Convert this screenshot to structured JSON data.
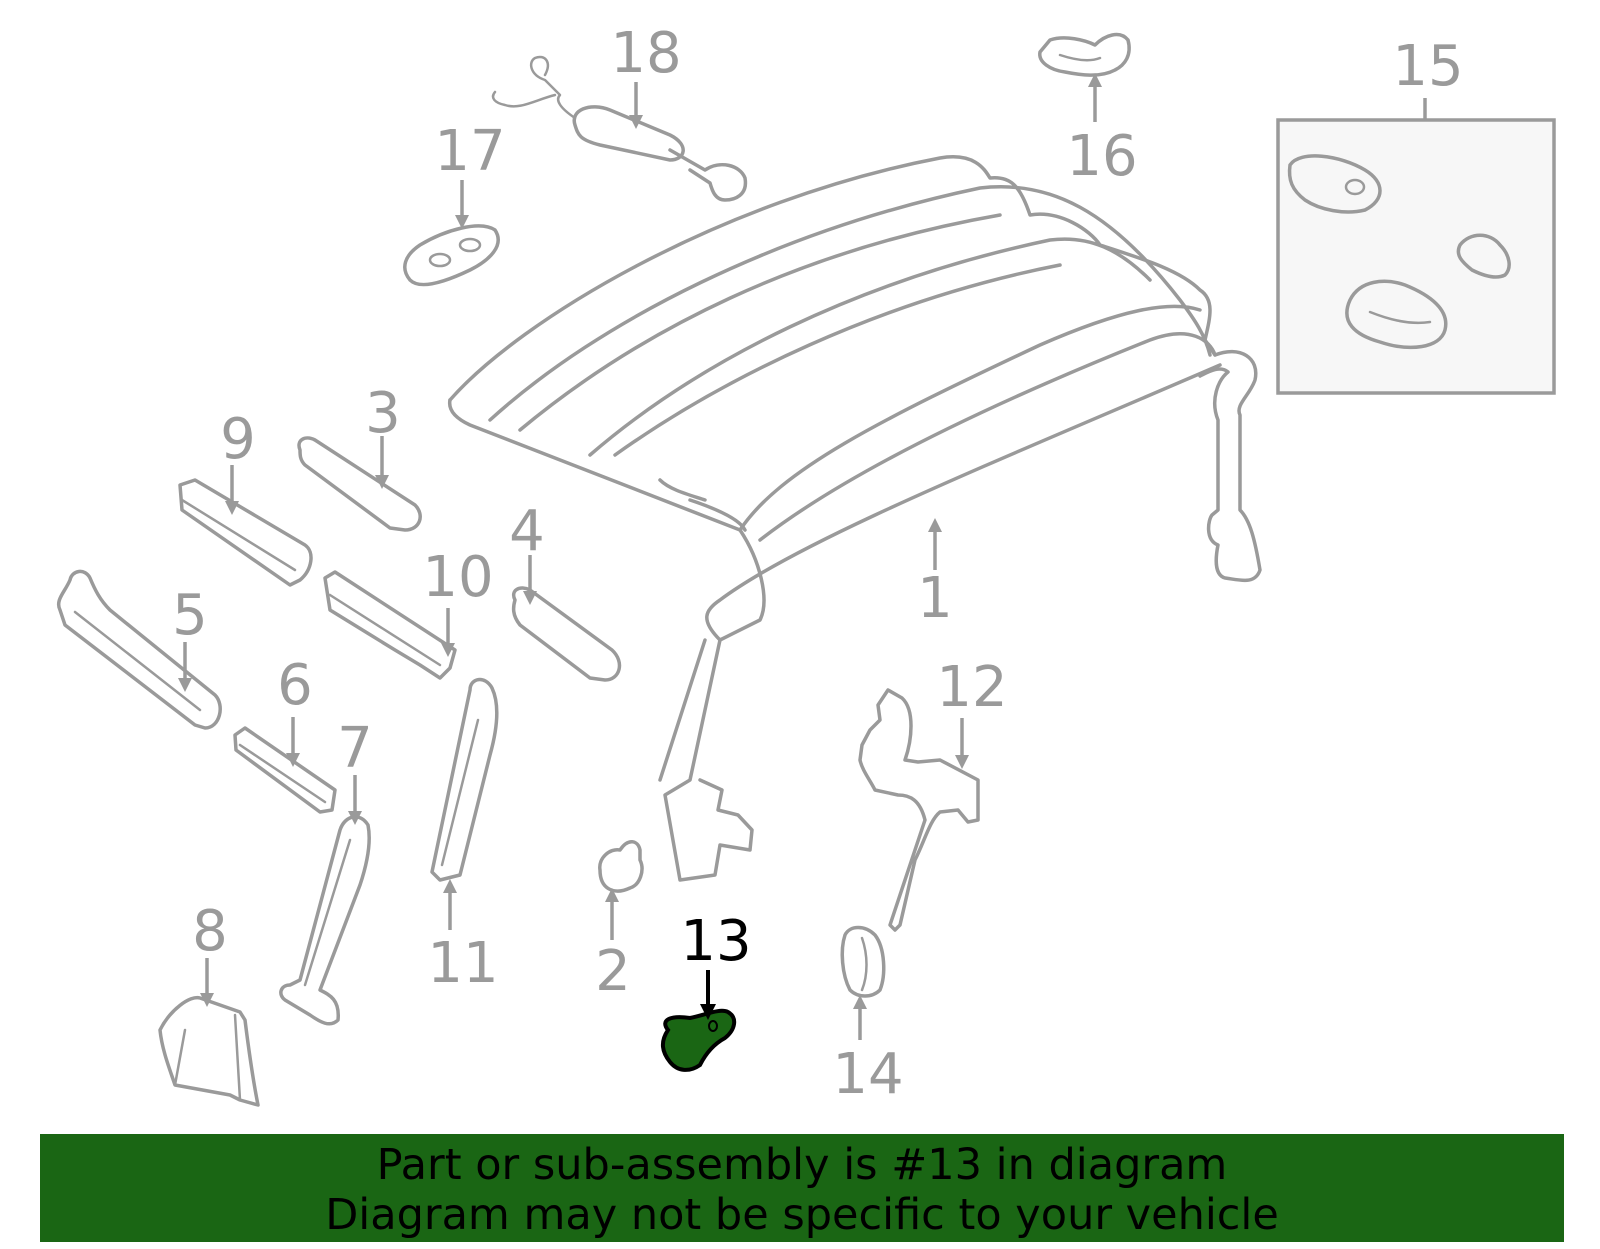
{
  "highlight": {
    "callout": "13",
    "color": "#1a6614"
  },
  "callouts": {
    "c1": "1",
    "c2": "2",
    "c3": "3",
    "c4": "4",
    "c5": "5",
    "c6": "6",
    "c7": "7",
    "c8": "8",
    "c9": "9",
    "c10": "10",
    "c11": "11",
    "c12": "12",
    "c13": "13",
    "c14": "14",
    "c15": "15",
    "c16": "16",
    "c17": "17",
    "c18": "18"
  },
  "banner": {
    "line1": "Part or sub-assembly is #13 in diagram",
    "line2": "Diagram may not be specific to your vehicle"
  },
  "colors": {
    "parts_stroke": "#9a9a9a",
    "banner_background": "#1a6614",
    "highlight_fill": "#1a6614"
  }
}
